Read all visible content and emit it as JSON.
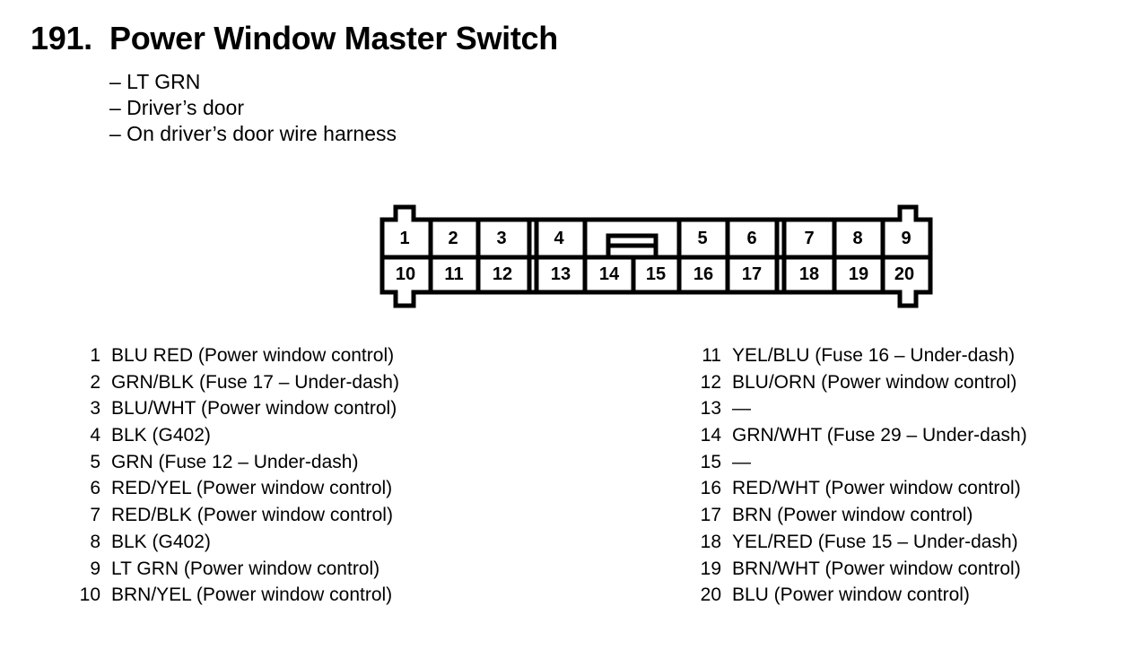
{
  "header": {
    "number": "191.",
    "title": "Power Window Master Switch"
  },
  "details": [
    "– LT GRN",
    "– Driver’s door",
    "– On driver’s door wire harness"
  ],
  "connector": {
    "top_row": [
      "1",
      "2",
      "3",
      "4",
      "5",
      "6",
      "7",
      "8",
      "9"
    ],
    "bottom_row": [
      "10",
      "11",
      "12",
      "13",
      "14",
      "15",
      "16",
      "17",
      "18",
      "19",
      "20"
    ]
  },
  "pins_left": [
    {
      "num": "1",
      "desc": "BLU RED (Power window control)"
    },
    {
      "num": "2",
      "desc": "GRN/BLK (Fuse 17 – Under-dash)"
    },
    {
      "num": "3",
      "desc": "BLU/WHT (Power window control)"
    },
    {
      "num": "4",
      "desc": "BLK (G402)"
    },
    {
      "num": "5",
      "desc": "GRN (Fuse 12 – Under-dash)"
    },
    {
      "num": "6",
      "desc": "RED/YEL (Power window control)"
    },
    {
      "num": "7",
      "desc": "RED/BLK (Power window control)"
    },
    {
      "num": "8",
      "desc": "BLK (G402)"
    },
    {
      "num": "9",
      "desc": "LT GRN (Power window control)"
    },
    {
      "num": "10",
      "desc": "BRN/YEL (Power window control)"
    }
  ],
  "pins_right": [
    {
      "num": "11",
      "desc": "YEL/BLU (Fuse 16 – Under-dash)"
    },
    {
      "num": "12",
      "desc": "BLU/ORN (Power window control)"
    },
    {
      "num": "13",
      "desc": "—"
    },
    {
      "num": "14",
      "desc": "GRN/WHT (Fuse 29 – Under-dash)"
    },
    {
      "num": "15",
      "desc": "—"
    },
    {
      "num": "16",
      "desc": "RED/WHT (Power window control)"
    },
    {
      "num": "17",
      "desc": "BRN (Power window control)"
    },
    {
      "num": "18",
      "desc": "YEL/RED (Fuse 15 – Under-dash)"
    },
    {
      "num": "19",
      "desc": "BRN/WHT (Power window control)"
    },
    {
      "num": "20",
      "desc": "BLU (Power window control)"
    }
  ]
}
